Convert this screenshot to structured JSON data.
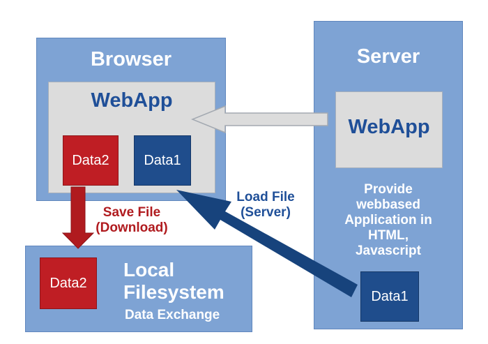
{
  "browser": {
    "title": "Browser",
    "webapp_title": "WebApp",
    "data_boxes": [
      "Data2",
      "Data1"
    ]
  },
  "server": {
    "title": "Server",
    "webapp_title": "WebApp",
    "description": [
      "Provide",
      "webbased",
      "Application in",
      "HTML,",
      "Javascript"
    ],
    "data_box": "Data1"
  },
  "local": {
    "title_line1": "Local",
    "title_line2": "Filesystem",
    "subtitle": "Data Exchange",
    "data_box": "Data2"
  },
  "arrows": {
    "save_label": [
      "Save File",
      "(Download)"
    ],
    "load_label": [
      "Load File",
      "(Server)"
    ]
  },
  "colors": {
    "panel": "#7ea3d4",
    "inner": "#dcdcdc",
    "red": "#bf1e24",
    "blue": "#1f4d8c",
    "text_blue": "#1f4f98"
  }
}
